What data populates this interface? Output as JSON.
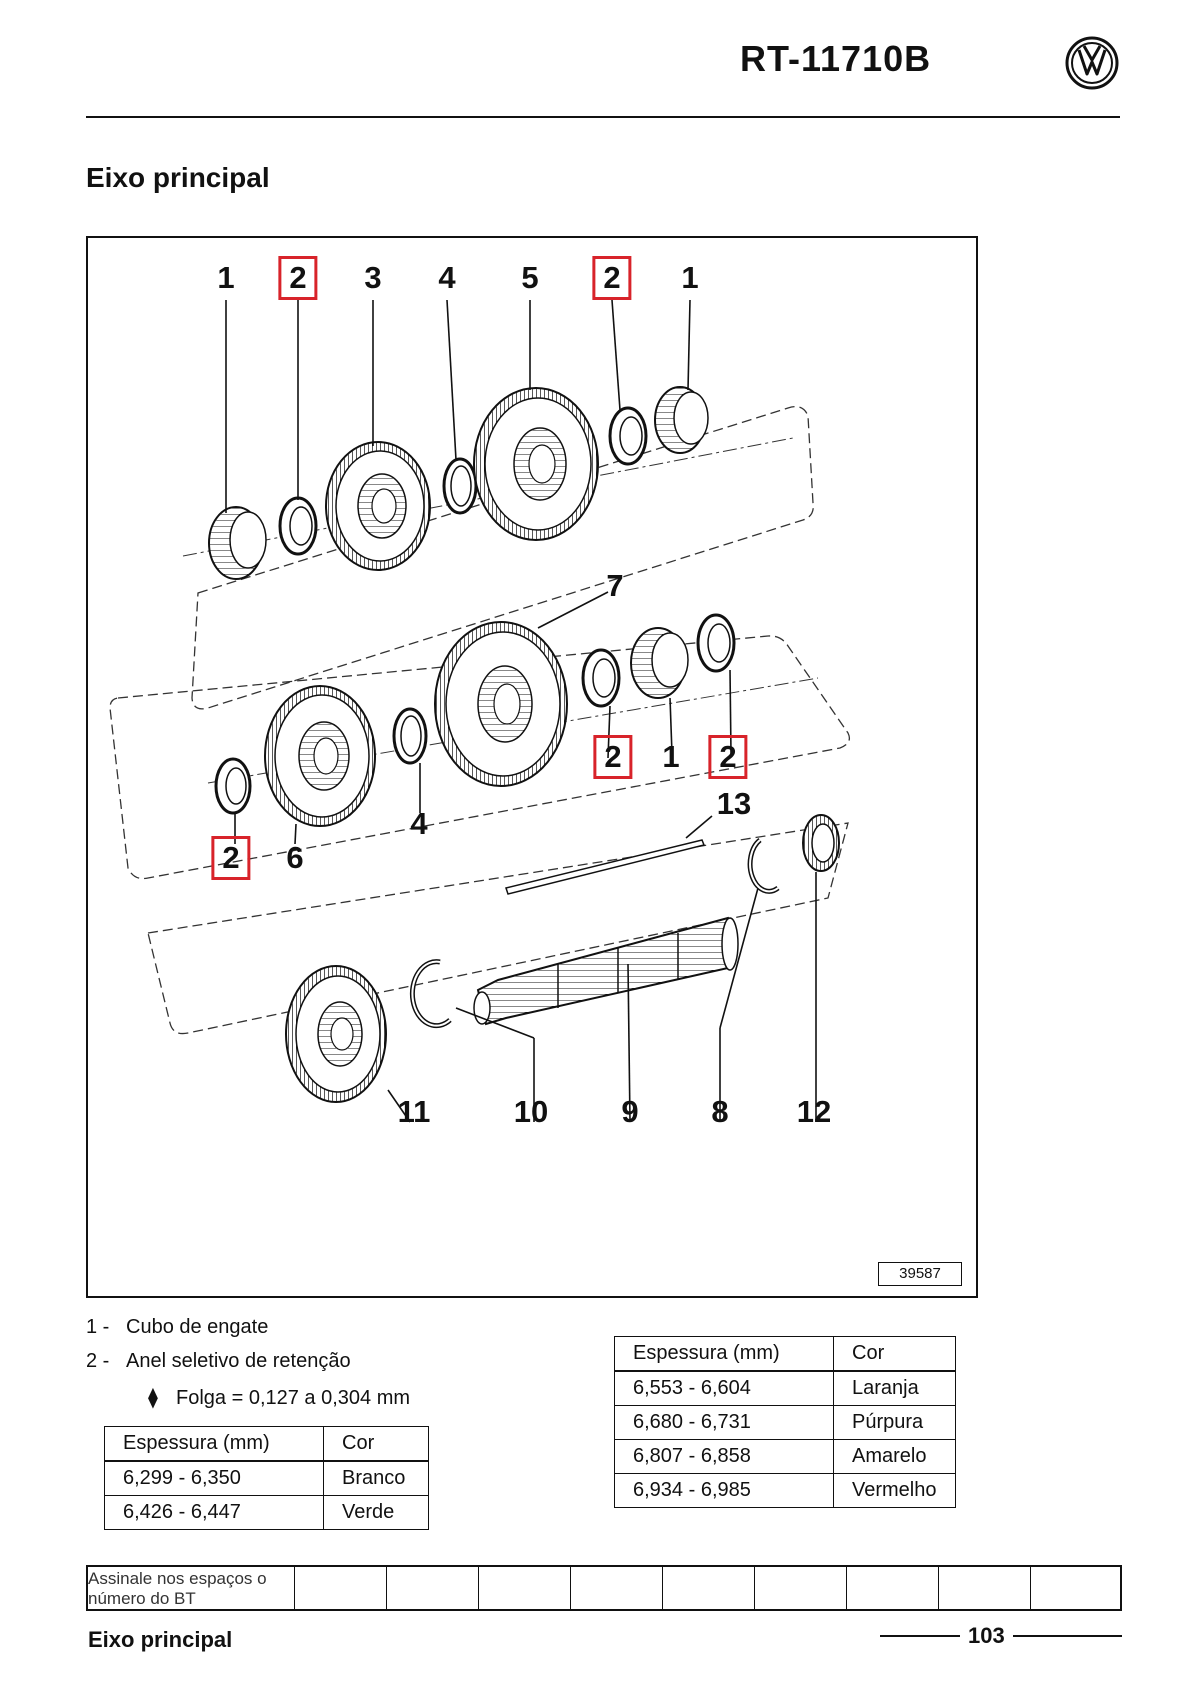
{
  "header": {
    "doc_code": "RT-11710B",
    "brand_logo": "vw-logo-icon"
  },
  "section_title": "Eixo principal",
  "figure": {
    "callouts": {
      "c1a": "1",
      "c2a": "2",
      "c3": "3",
      "c4a": "4",
      "c5": "5",
      "c2b": "2",
      "c1b": "1",
      "c7": "7",
      "c2c": "2",
      "c1c": "1",
      "c2d": "2",
      "c13": "13",
      "c4b": "4",
      "c2e": "2",
      "c6": "6",
      "c11": "11",
      "c10": "10",
      "c9": "9",
      "c8": "8",
      "c12": "12"
    },
    "highlight_color": "#d8232a",
    "figure_number": "39587"
  },
  "legend": {
    "item1_num": "1 -",
    "item1_text": "Cubo de engate",
    "item2_num": "2 -",
    "item2_text": "Anel seletivo de retenção",
    "note_bullet": "⧫",
    "note_text": "Folga = 0,127 a 0,304 mm"
  },
  "table_left": {
    "headers": [
      "Espessura (mm)",
      "Cor"
    ],
    "rows": [
      [
        "6,299 - 6,350",
        "Branco"
      ],
      [
        "6,426 - 6,447",
        "Verde"
      ]
    ]
  },
  "table_right": {
    "headers": [
      "Espessura (mm)",
      "Cor"
    ],
    "rows": [
      [
        "6,553 - 6,604",
        "Laranja"
      ],
      [
        "6,680 - 6,731",
        "Púrpura"
      ],
      [
        "6,807 - 6,858",
        "Amarelo"
      ],
      [
        "6,934 - 6,985",
        "Vermelho"
      ]
    ]
  },
  "bt_box": {
    "label": "Assinale nos espaços o número do BT"
  },
  "footer": {
    "title": "Eixo principal",
    "page_number": "103"
  }
}
